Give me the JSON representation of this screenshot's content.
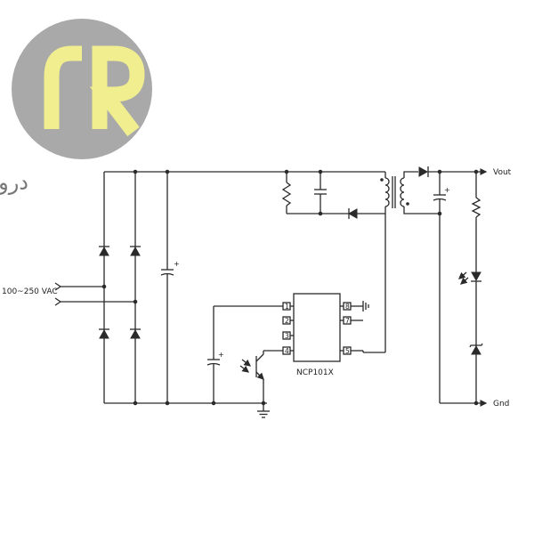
{
  "logo": {
    "circle_color": "#a9a9a9",
    "letter_color": "#f0ee8e",
    "letters": "rR"
  },
  "brand_text": "درونیک",
  "labels": {
    "ac_input": "100~250 VAC",
    "vout": "Vout",
    "gnd": "Gnd",
    "ic_name": "NCP101X",
    "plus": "+"
  },
  "ic_pins": {
    "left": [
      "1",
      "2",
      "3",
      "4"
    ],
    "right": [
      "8",
      "7",
      "5"
    ]
  },
  "colors": {
    "wire": "#2a2a2a",
    "background": "#ffffff"
  }
}
